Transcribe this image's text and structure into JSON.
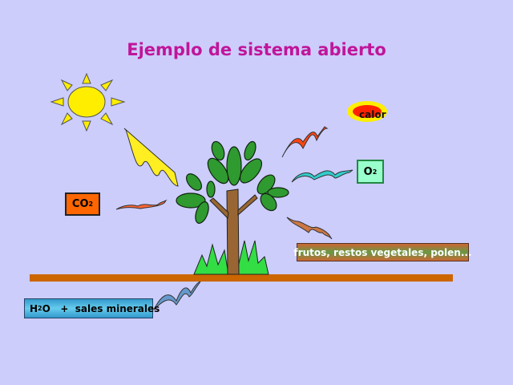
{
  "title": "Ejemplo de sistema abierto",
  "labels": {
    "calor": "calor",
    "o2": {
      "main": "O",
      "sub": "2"
    },
    "co2": {
      "main": "CO",
      "sub": "2"
    },
    "outputs": "frutos, restos vegetales, polen...",
    "inputs": {
      "h": "H",
      "sub": "2",
      "rest": "O   +  sales minerales"
    }
  },
  "colors": {
    "background": "#cccdfb",
    "title": "#c0159a",
    "sun": "#ffee00",
    "ground": "#cc6600",
    "co2_box": "#ff6600",
    "o2_box": "#99ffcc",
    "heat": "#ff2200",
    "leaf": "#2f9a2f"
  }
}
